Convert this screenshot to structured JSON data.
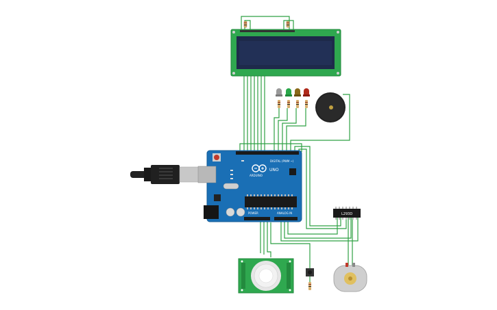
{
  "components": {
    "lcd": {
      "name": "16x2 LCD",
      "backlight_color": "#1e2a4a",
      "pcb_color": "#2fa84f"
    },
    "arduino": {
      "board_color": "#1a6fb5",
      "logo_text": "ARDUINO",
      "model_text": "UNO",
      "digital_label": "DIGITAL (PWM ~)",
      "power_label": "POWER",
      "analog_label": "ANALOG IN"
    },
    "leds": [
      {
        "color": "#9a9a9a",
        "name": "white-led"
      },
      {
        "color": "#2aa84a",
        "name": "green-led"
      },
      {
        "color": "#8a6a1a",
        "name": "yellow-led"
      },
      {
        "color": "#b02a1a",
        "name": "red-led"
      }
    ],
    "buzzer": {
      "color": "#222222"
    },
    "motor_driver": {
      "label": "L293D"
    },
    "pir_sensor": {
      "pcb_color": "#2fa84f"
    },
    "push_button": {
      "color": "#333333"
    },
    "dc_motor": {
      "body_color": "#cfcfcf",
      "shaft_color": "#e0c060"
    }
  },
  "colors": {
    "wire": "#2ea043",
    "background": "#ffffff"
  }
}
